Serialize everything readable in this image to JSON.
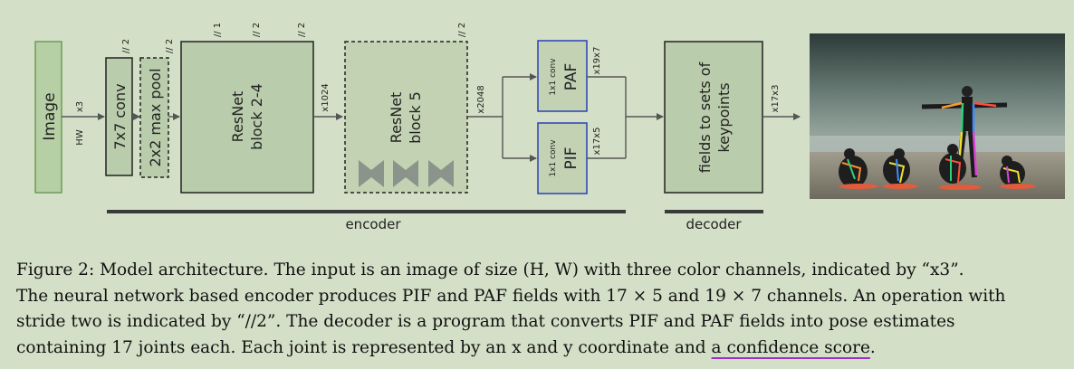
{
  "diagram": {
    "blocks": {
      "image": "Image",
      "conv7": "7x7 conv",
      "maxpool": "2x2 max pool",
      "resnet24_l1": "ResNet",
      "resnet24_l2": "block 2-4",
      "resnet5_l1": "ResNet",
      "resnet5_l2": "block 5",
      "paf_small": "1x1 conv",
      "paf_big": "PAF",
      "pif_small": "1x1 conv",
      "pif_big": "PIF",
      "decoder_l1": "fields to sets of",
      "decoder_l2": "keypoints"
    },
    "annotations": {
      "hw": "HW",
      "x3": "x3",
      "stride_conv": "// 2",
      "stride_pool": "// 2",
      "stride_res_a": "// 1",
      "stride_res_b": "// 2",
      "stride_res_c": "// 2",
      "stride_res5": "// 2",
      "x1024": "x1024",
      "x2048": "x2048",
      "x19x7": "x19x7",
      "x17x5": "x17x5",
      "x17x3": "x17x3"
    },
    "labels": {
      "encoder": "encoder",
      "decoder": "decoder"
    }
  },
  "caption": {
    "line1": "Figure 2: Model architecture. The input is an image of size (H, W) with three color channels, indicated by “x3”.",
    "line2": "The neural network based encoder produces PIF and PAF fields with 17 × 5 and 19 × 7 channels. An operation with",
    "line3": "stride two is indicated by “//2”. The decoder is a program that converts PIF and PAF fields into pose estimates",
    "line4_a": "containing 17 joints each. Each joint is represented by an x and y coordinate and ",
    "line4_link": "a confidence score",
    "line4_b": "."
  }
}
